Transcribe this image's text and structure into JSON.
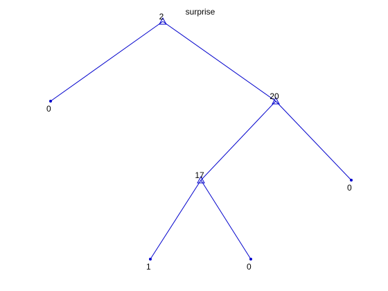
{
  "figure": {
    "title": "surprise"
  },
  "colors": {
    "edge": "#0000cc",
    "node": "#0000cc",
    "text": "#000000",
    "background": "#ffffff"
  },
  "tree": {
    "nodes": [
      {
        "id": "n2",
        "label": "2",
        "kind": "split"
      },
      {
        "id": "n0a",
        "label": "0",
        "kind": "leaf"
      },
      {
        "id": "n20",
        "label": "20",
        "kind": "split"
      },
      {
        "id": "n17",
        "label": "17",
        "kind": "split"
      },
      {
        "id": "n0b",
        "label": "0",
        "kind": "leaf"
      },
      {
        "id": "n1",
        "label": "1",
        "kind": "leaf"
      },
      {
        "id": "n0c",
        "label": "0",
        "kind": "leaf"
      }
    ],
    "edges": [
      {
        "from": "n2",
        "to": "n0a"
      },
      {
        "from": "n2",
        "to": "n20"
      },
      {
        "from": "n20",
        "to": "n17"
      },
      {
        "from": "n20",
        "to": "n0b"
      },
      {
        "from": "n17",
        "to": "n1"
      },
      {
        "from": "n17",
        "to": "n0c"
      }
    ]
  }
}
